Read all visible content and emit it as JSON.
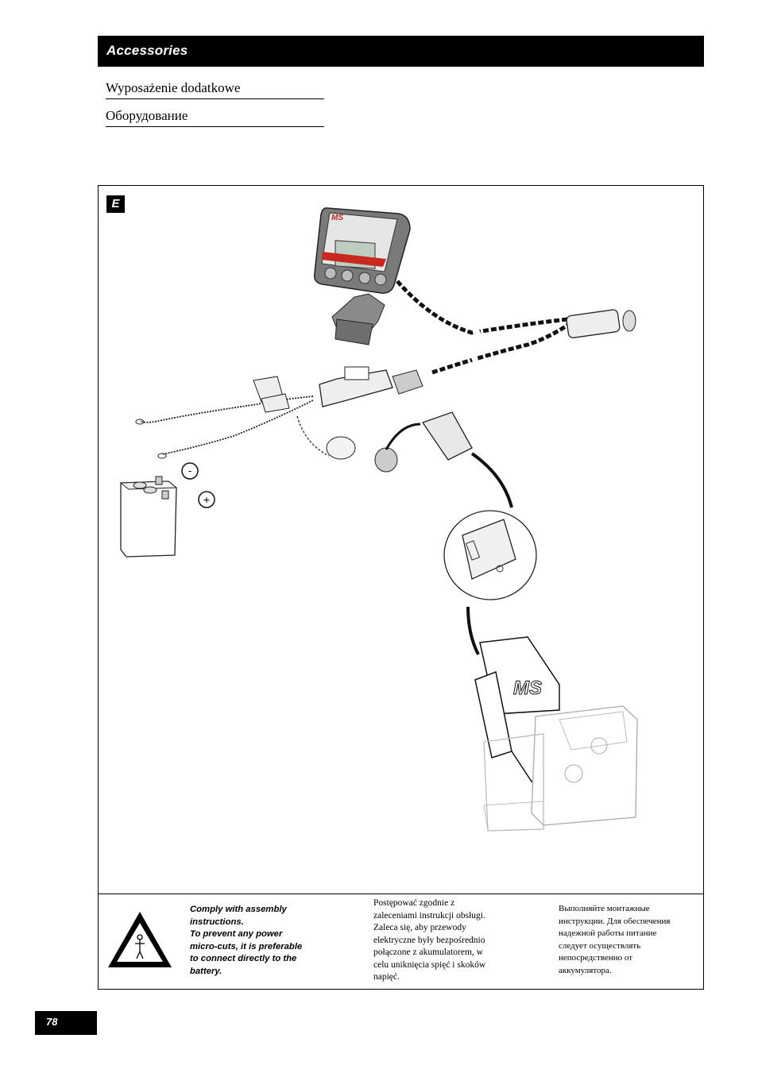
{
  "header": {
    "title": "Accessories"
  },
  "subtitles": {
    "pl": "Wyposażenie dodatkowe",
    "ru": "Оборудование"
  },
  "figure": {
    "label": "E",
    "monitor_logo": "MS",
    "bracket_logo": "MS",
    "battery_minus": "-",
    "battery_plus": "+"
  },
  "notes": {
    "en": [
      "Comply with assembly",
      "instructions.",
      "To prevent any power",
      "micro-cuts, it is preferable",
      "to connect directly to the",
      "battery."
    ],
    "pl": [
      "Postępować zgodnie z",
      "zaleceniami instrukcji obsługi.",
      "Zaleca się, aby przewody",
      "elektryczne były bezpośrednio",
      "połączone z akumulatorem, w",
      "celu uniknięcia spięć i skoków",
      "napięć."
    ],
    "ru": [
      "Выполняйте монтажные",
      "инструкции. Для обеспечения",
      "надежной работы питание",
      "следует осуществлять",
      "непосредственно от",
      "аккумулятора."
    ]
  },
  "page": {
    "number": "78"
  }
}
